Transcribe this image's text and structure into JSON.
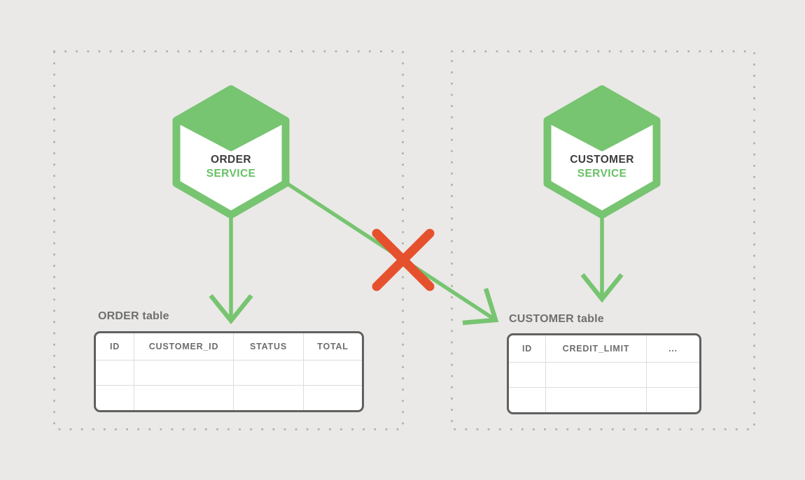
{
  "diagram": {
    "title_hint": "microservice database-per-service boundary diagram",
    "left_zone": {
      "service": {
        "name": "ORDER",
        "type": "SERVICE"
      },
      "table_label": "ORDER table",
      "table": {
        "columns": [
          "ID",
          "CUSTOMER_ID",
          "STATUS",
          "TOTAL"
        ],
        "empty_row_count": 2
      }
    },
    "right_zone": {
      "service": {
        "name": "CUSTOMER",
        "type": "SERVICE"
      },
      "table_label": "CUSTOMER table",
      "table": {
        "columns": [
          "ID",
          "CREDIT_LIMIT",
          "..."
        ],
        "empty_row_count": 2
      }
    },
    "annotations": {
      "forbidden_cross_access": "red X over arrow from ORDER SERVICE to CUSTOMER table"
    },
    "colors": {
      "background": "#eae9e7",
      "green": "#77c471",
      "green_text": "#68c066",
      "red_x": "#e6512d",
      "boundary_dots": "#b3b1ae",
      "table_border": "#606060",
      "grid_line": "#dcdcdc",
      "label_gray": "#6f6f6f",
      "dark_text": "#3d3d3d"
    }
  }
}
